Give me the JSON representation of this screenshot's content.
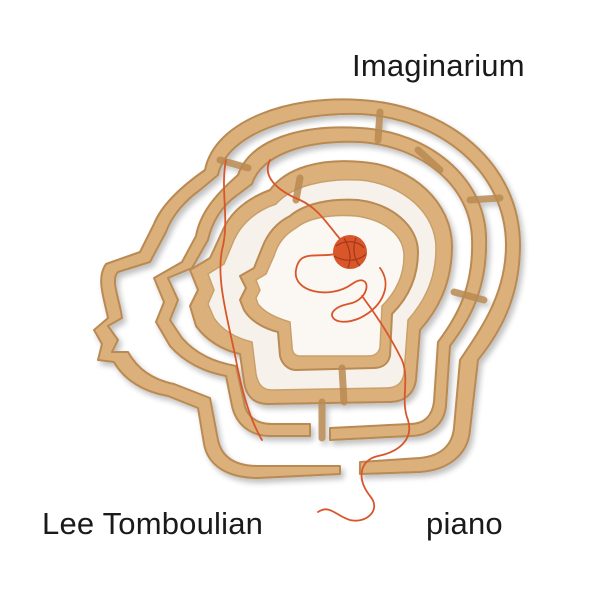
{
  "cover": {
    "title": "Imaginarium",
    "artist": "Lee Tomboulian",
    "instrument": "piano"
  },
  "colors": {
    "background": "#ffffff",
    "text": "#1a1a1a",
    "wood": "#dcb07a",
    "wood_edge": "#b98a52",
    "yarn": "#d9562b"
  },
  "artwork": {
    "subject": "wooden-maze-head-with-yarn"
  }
}
